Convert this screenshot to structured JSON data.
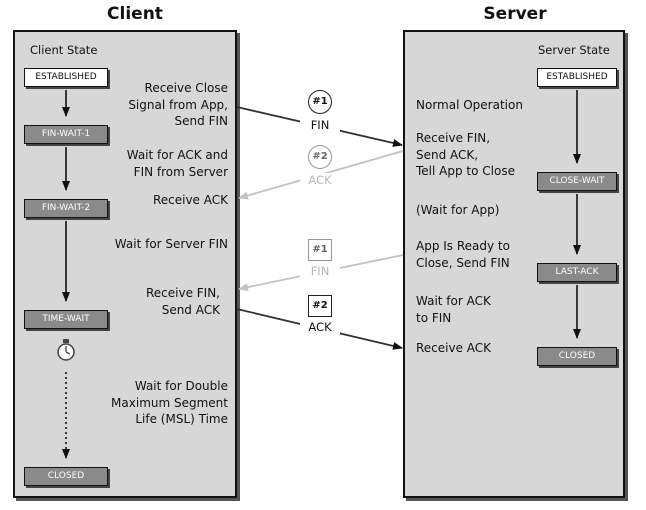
{
  "titles": {
    "client": "Client",
    "server": "Server"
  },
  "client": {
    "heading": "Client State",
    "states": [
      "ESTABLISHED",
      "FIN-WAIT-1",
      "FIN-WAIT-2",
      "TIME-WAIT",
      "CLOSED"
    ],
    "descriptions": {
      "receive_close": "Receive Close\nSignal from App,\nSend FIN",
      "wait_ack_fin": "Wait for ACK and\nFIN from Server",
      "receive_ack": "Receive ACK",
      "wait_server_fin": "Wait for Server FIN",
      "receive_fin": "Receive FIN,\nSend ACK",
      "wait_msl": "Wait for Double\nMaximum Segment\nLife (MSL) Time"
    }
  },
  "server": {
    "heading": "Server State",
    "states": [
      "ESTABLISHED",
      "CLOSE-WAIT",
      "LAST-ACK",
      "CLOSED"
    ],
    "descriptions": {
      "normal": "Normal Operation",
      "receive_fin": "Receive FIN,\nSend ACK,\nTell App to Close",
      "wait_app": "(Wait for App)",
      "app_ready": "App Is Ready to\nClose, Send FIN",
      "wait_ack": "Wait for ACK\nto FIN",
      "receive_ack": "Receive ACK"
    }
  },
  "segments": {
    "c1": {
      "badge": "#1",
      "label": "FIN"
    },
    "c2": {
      "badge": "#2",
      "label": "ACK"
    },
    "s1": {
      "badge": "#1",
      "label": "FIN"
    },
    "s2": {
      "badge": "#2",
      "label": "ACK"
    }
  }
}
